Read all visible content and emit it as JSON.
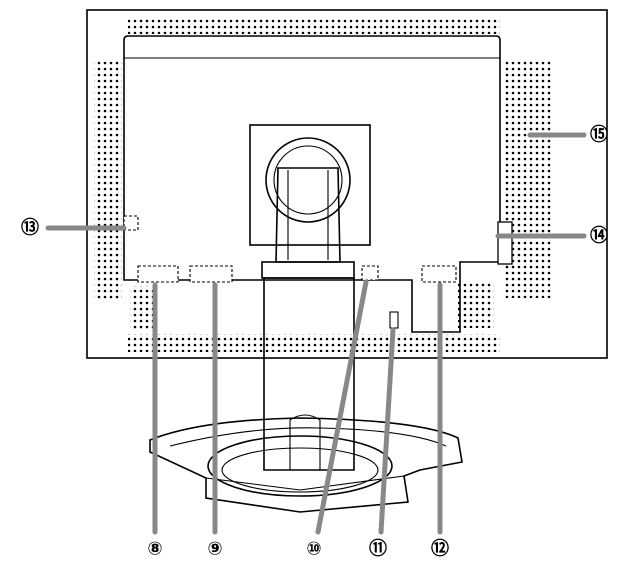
{
  "callouts": [
    {
      "id": "c8",
      "text": "⑧"
    },
    {
      "id": "c9",
      "text": "⑨"
    },
    {
      "id": "c10",
      "text": "⑩"
    },
    {
      "id": "c11",
      "text": "⑪"
    },
    {
      "id": "c12",
      "text": "⑫"
    },
    {
      "id": "c13",
      "text": "⑬"
    },
    {
      "id": "c14",
      "text": "⑭"
    },
    {
      "id": "c15",
      "text": "⑮"
    }
  ]
}
